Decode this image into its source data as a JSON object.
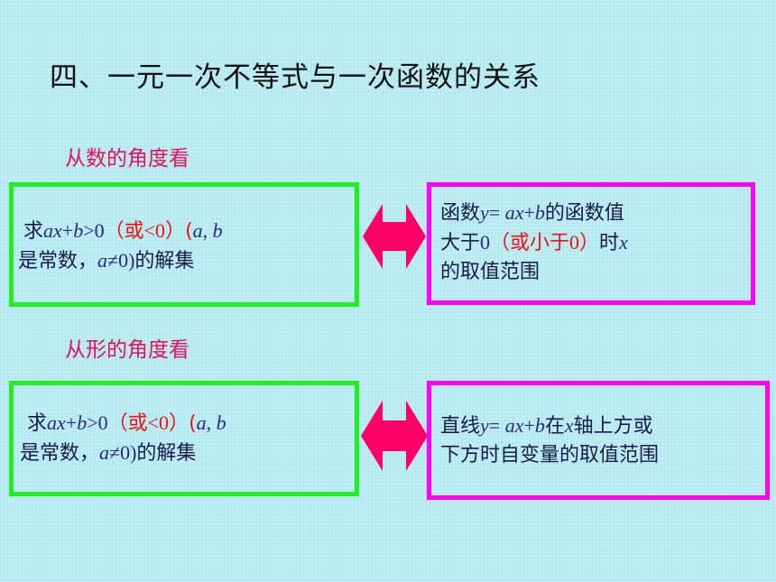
{
  "title": "四、一元一次不等式与一次函数的关系",
  "section1": {
    "label": "从数的角度看",
    "left": {
      "line1": [
        "求",
        "ax",
        "+",
        "b",
        ">0",
        "（或",
        "<0",
        "）(",
        "a",
        ", ",
        "b"
      ],
      "line2": [
        "是常数，",
        "a",
        "≠0)",
        "的解集"
      ]
    },
    "right": {
      "line1": [
        "函数",
        "y",
        "= ",
        "ax",
        "+",
        "b",
        "的函数值"
      ],
      "line2": [
        "大于",
        "0",
        "（或小于",
        "0",
        "）",
        "时",
        "x"
      ],
      "line3": [
        "的取值范围"
      ]
    }
  },
  "section2": {
    "label": "从形的角度看",
    "left": {
      "line1": [
        "求",
        "ax",
        "+",
        "b",
        ">0",
        "（或",
        "<0",
        "）(",
        "a",
        ", ",
        "b"
      ],
      "line2": [
        "是常数，",
        "a",
        "≠0)",
        "的解集"
      ]
    },
    "right": {
      "line1": [
        "直线",
        "y",
        "= ",
        "ax",
        "+",
        "b",
        "在",
        "x",
        "轴上方或"
      ],
      "line2": [
        "下方时自变量的取值范围"
      ]
    }
  },
  "colors": {
    "accent_label": "#e8105a",
    "green_border": "#22ee22",
    "magenta_border": "#ff00ff",
    "arrow": "#ff0066",
    "red_text": "#ee1111"
  }
}
